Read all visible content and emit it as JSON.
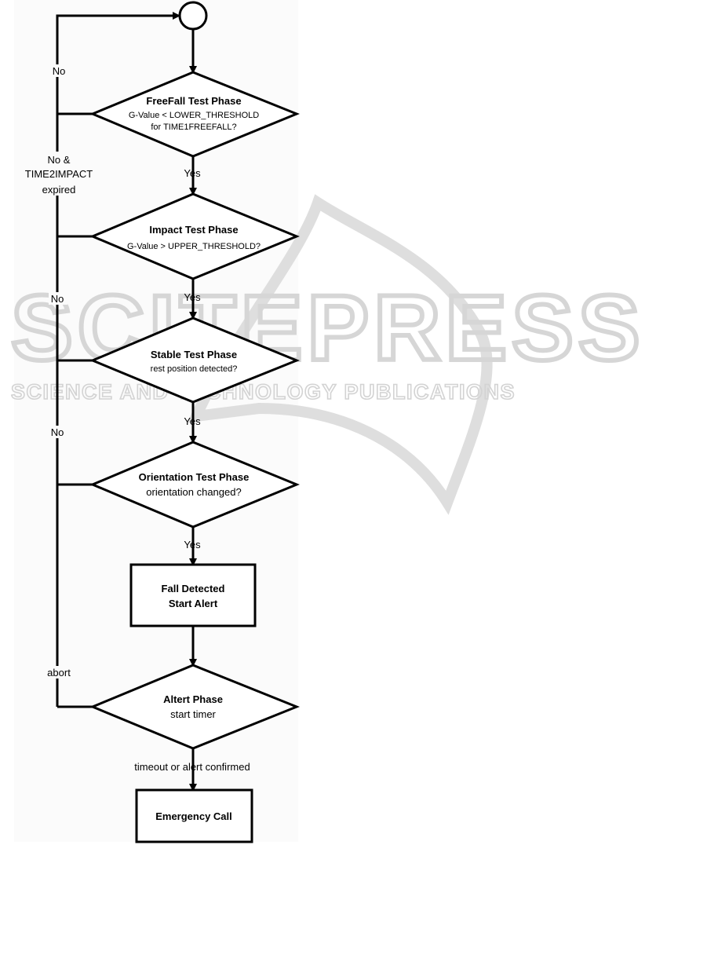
{
  "nodes": {
    "freefall": {
      "title": "FreeFall Test Phase",
      "line1": "G-Value < LOWER_THRESHOLD",
      "line2": "for TIME1FREEFALL?"
    },
    "impact": {
      "title": "Impact Test Phase",
      "line1": "G-Value > UPPER_THRESHOLD?"
    },
    "stable": {
      "title": "Stable Test Phase",
      "line1": "rest position detected?"
    },
    "orientation": {
      "title": "Orientation Test Phase",
      "line1": "orientation changed?"
    },
    "fall_detected": {
      "line1": "Fall Detected",
      "line2": "Start Alert"
    },
    "alert": {
      "title": "Altert Phase",
      "line1": "start timer"
    },
    "emergency": {
      "title": "Emergency Call"
    }
  },
  "edges": {
    "no_top": "No",
    "yes_1": "Yes",
    "no_time2impact_1": "No &",
    "no_time2impact_2": "TIME2IMPACT",
    "no_time2impact_3": "expired",
    "yes_2": "Yes",
    "no_2": "No",
    "yes_3": "Yes",
    "no_3": "No",
    "yes_4": "Yes",
    "abort": "abort",
    "timeout": "timeout or alert confirmed"
  },
  "watermark": {
    "big": "SCITEPRESS",
    "small": "SCIENCE AND TECHNOLOGY PUBLICATIONS"
  }
}
